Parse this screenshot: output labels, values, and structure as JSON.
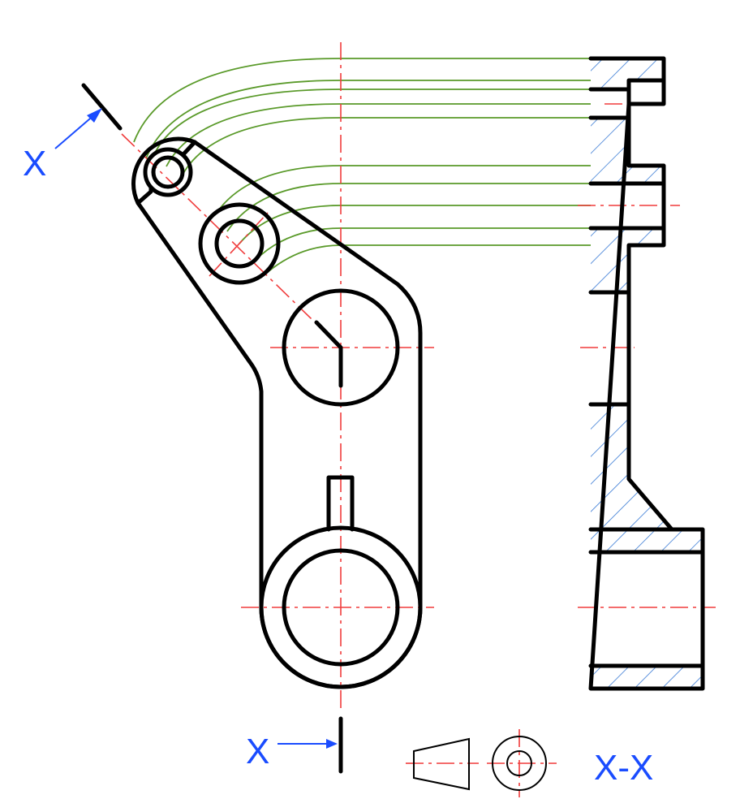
{
  "labels": {
    "cut_start": "X",
    "cut_end": "X",
    "section_title": "X-X"
  },
  "colors": {
    "outline": "#000000",
    "centerline": "#f03c3c",
    "projection": "#5a9a2a",
    "hatch": "#3a7bd5",
    "label": "#1a4cff"
  },
  "projection_levels": [
    72,
    99,
    110,
    128,
    145,
    204,
    226,
    253,
    281,
    302
  ]
}
